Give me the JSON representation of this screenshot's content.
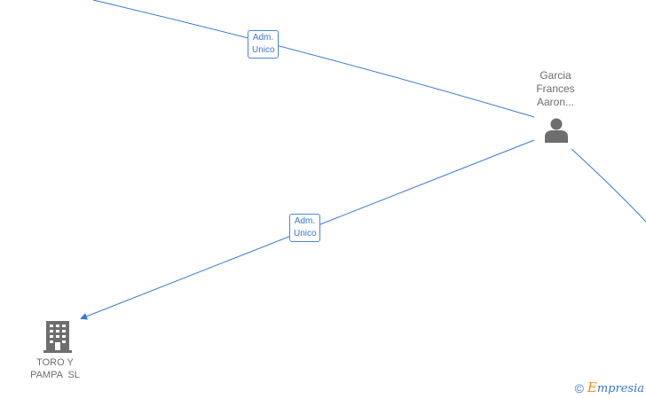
{
  "edges": [
    {
      "id": "top-edge",
      "label": [
        "Adm.",
        "Unico"
      ]
    },
    {
      "id": "left-edge",
      "label": [
        "Adm.",
        "Unico"
      ]
    }
  ],
  "nodes": {
    "person": {
      "name_lines": [
        "Garcia",
        "Frances",
        "Aaron..."
      ],
      "icon": "person-icon",
      "color": "#6e6e6e"
    },
    "company": {
      "name_lines": [
        "TORO Y",
        "PAMPA  SL"
      ],
      "icon": "building-icon",
      "color": "#6e6e6e"
    }
  },
  "colors": {
    "edge": "#3a78cc",
    "label_border": "#4a86d8",
    "node": "#6e6e6e"
  },
  "brand": {
    "copyright": "©",
    "name_first": "E",
    "name_rest": "mpresia"
  }
}
